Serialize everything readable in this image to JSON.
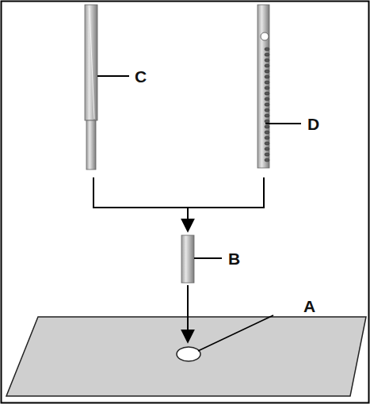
{
  "diagram": {
    "labels": [
      "C",
      "D",
      "B",
      "A"
    ]
  }
}
